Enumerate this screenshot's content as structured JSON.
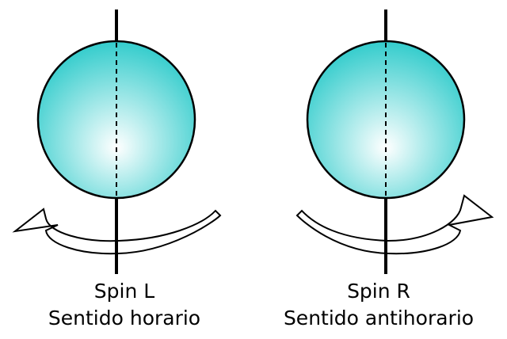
{
  "colors": {
    "sphere_center": "#ffffff",
    "sphere_edge": "#33cccc",
    "outline": "#000000",
    "arrow_fill": "#ffffff"
  },
  "panels": [
    {
      "id": "spin-l",
      "line1": "Spin L",
      "line2": "Sentido horario",
      "rotation": "clockwise"
    },
    {
      "id": "spin-r",
      "line1": "Spin R",
      "line2": "Sentido antihorario",
      "rotation": "counterclockwise"
    }
  ]
}
